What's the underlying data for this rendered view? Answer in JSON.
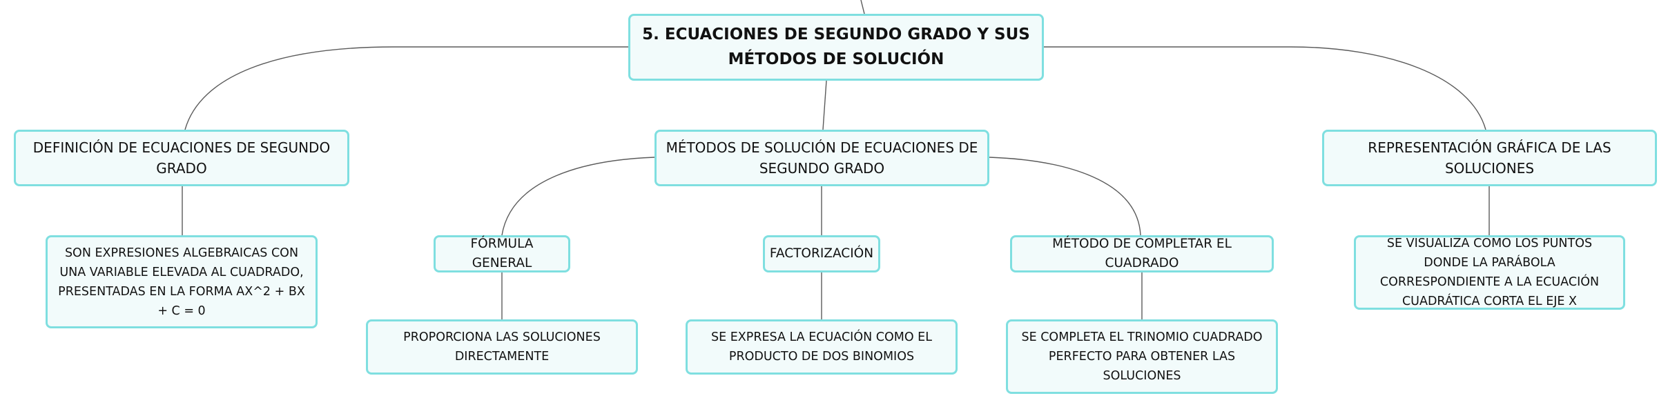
{
  "colors": {
    "node_fill": "#f2fbfb",
    "node_border": "#7fdfe0",
    "connector": "#5a5a5a",
    "text": "#111111"
  },
  "root": {
    "title": "5. ECUACIONES DE SEGUNDO GRADO Y SUS MÉTODOS DE SOLUCIÓN"
  },
  "branches": {
    "definicion": {
      "title": "DEFINICIÓN DE ECUACIONES DE SEGUNDO GRADO",
      "detail": "SON EXPRESIONES ALGEBRAICAS CON UNA VARIABLE ELEVADA AL CUADRADO, PRESENTADAS EN LA FORMA AX^2 + BX + C = 0"
    },
    "metodos": {
      "title": "MÉTODOS DE SOLUCIÓN DE ECUACIONES DE SEGUNDO GRADO",
      "formula": {
        "title": "FÓRMULA GENERAL",
        "detail": "PROPORCIONA LAS SOLUCIONES DIRECTAMENTE"
      },
      "factorizacion": {
        "title": "FACTORIZACIÓN",
        "detail": "SE EXPRESA LA ECUACIÓN COMO EL PRODUCTO DE DOS BINOMIOS"
      },
      "completar": {
        "title": "MÉTODO DE COMPLETAR EL CUADRADO",
        "detail": "SE COMPLETA EL TRINOMIO CUADRADO PERFECTO PARA OBTENER LAS SOLUCIONES"
      }
    },
    "representacion": {
      "title": "REPRESENTACIÓN GRÁFICA DE LAS SOLUCIONES",
      "detail": "SE VISUALIZA COMO LOS PUNTOS DONDE LA PARÁBOLA CORRESPONDIENTE A LA ECUACIÓN CUADRÁTICA CORTA EL EJE X"
    }
  }
}
